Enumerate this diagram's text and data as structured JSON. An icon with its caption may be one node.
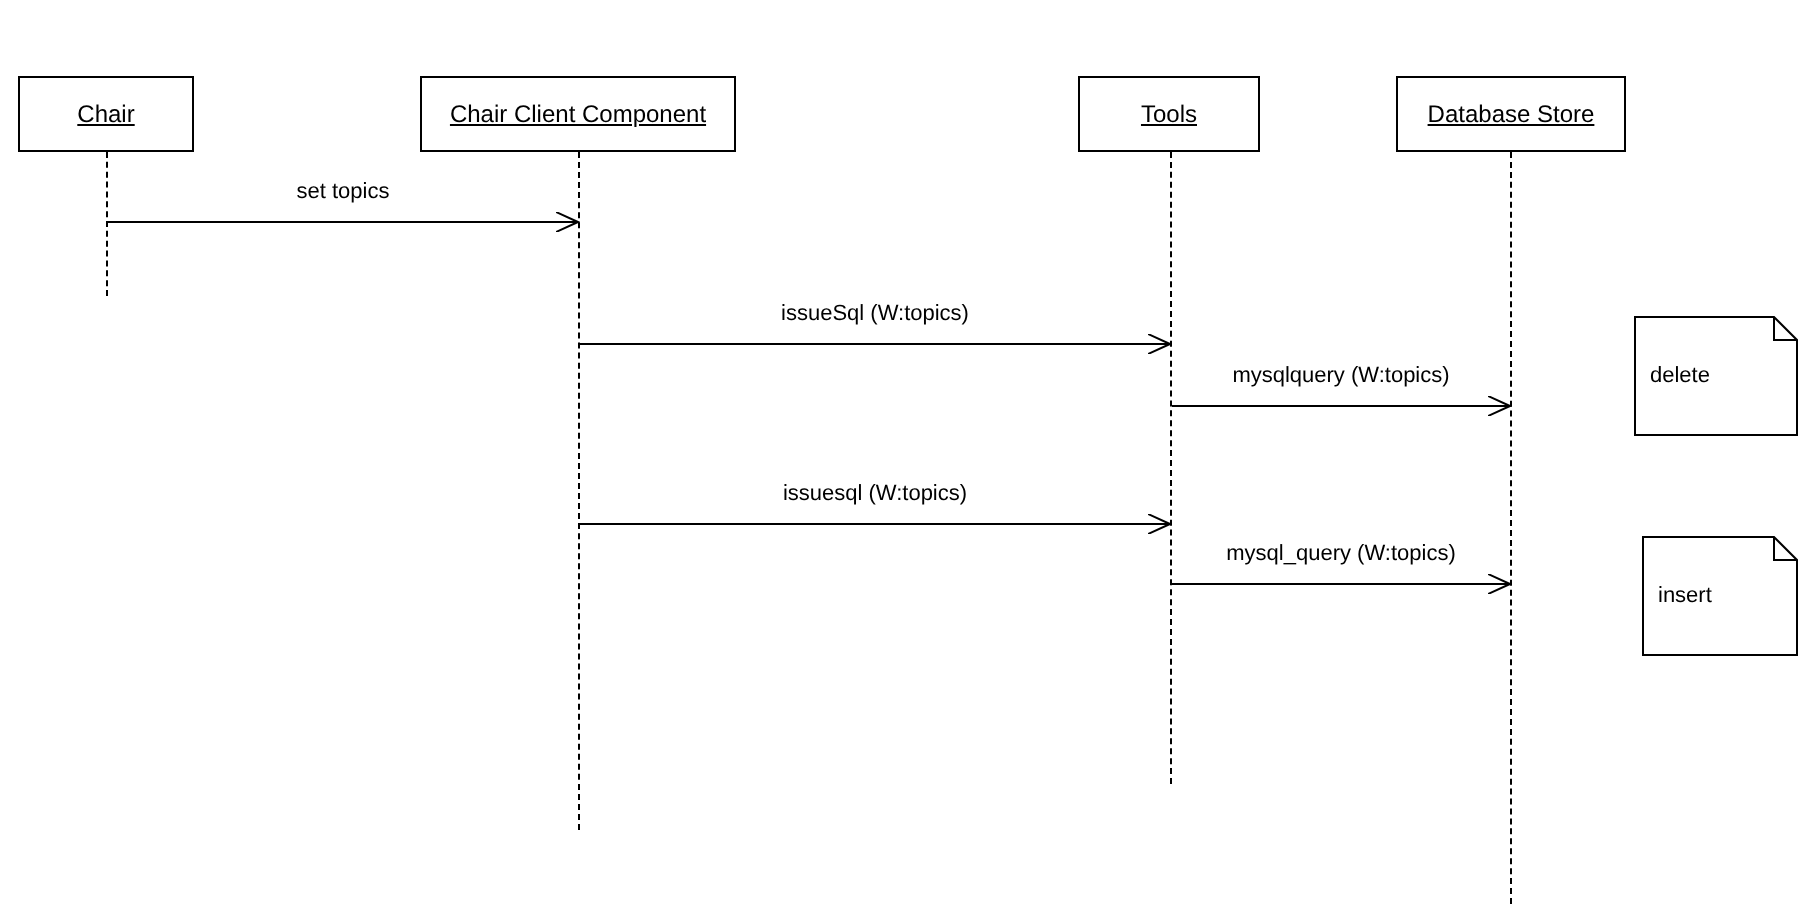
{
  "diagram": {
    "nodes": [
      {
        "text": [
          "Chair"
        ]
      },
      {
        "text": [
          "Chair Client Component"
        ]
      },
      {
        "text": [
          "Tools"
        ]
      },
      {
        "text": [
          "Database Store"
        ]
      },
      {
        "text": [],
        "shape": "line"
      },
      {
        "text": [],
        "shape": "line"
      },
      {
        "text": [],
        "shape": "line"
      },
      {
        "text": [],
        "shape": "line"
      },
      {
        "text": [
          "delete"
        ]
      },
      {
        "text": [
          "insert"
        ]
      }
    ],
    "edges": [
      {
        "from": 4,
        "to": 5,
        "arrow": "to",
        "label": "set topics"
      },
      {
        "from": 5,
        "to": 6,
        "arrow": "to",
        "label": "issueSql (W:topics)"
      },
      {
        "from": 6,
        "to": 7,
        "arrow": "to",
        "label": "mysqlquery (W:topics)"
      },
      {
        "from": 5,
        "to": 6,
        "arrow": "to",
        "label": "issuesql (W:topics)"
      },
      {
        "from": 6,
        "to": 7,
        "arrow": "to",
        "label": "mysql_query (W:topics)"
      }
    ]
  }
}
